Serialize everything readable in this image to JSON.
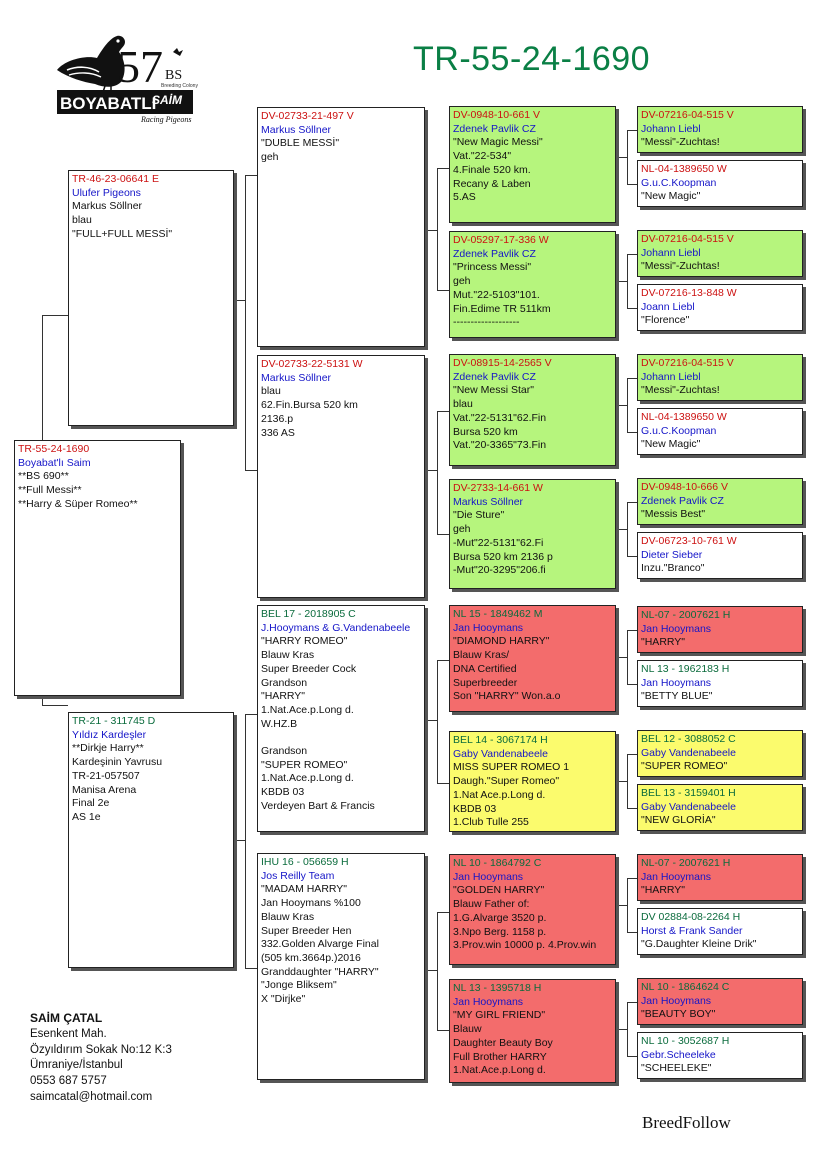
{
  "header": {
    "title": "TR-55-24-1690"
  },
  "logo": {
    "number": "57",
    "suffix": "BS",
    "tagline": "Breeding Colony",
    "brand_main": "BOYABATLI",
    "brand_name": "SAİM",
    "brand_sub": "Racing Pigeons"
  },
  "subject": {
    "ring": "TR-55-24-1690",
    "owner": "Boyabat'lı Saim",
    "lines": [
      "**BS 690**",
      "**Full Messi**",
      "**Harry & Süper Romeo**"
    ]
  },
  "sire": {
    "ring": "TR-46-23-06641 E",
    "owner": "Ulufer Pigeons",
    "lines": [
      "Markus Söllner",
      "blau",
      "\"FULL+FULL MESSİ\""
    ]
  },
  "dam": {
    "ring": "TR-21 - 311745 D",
    "owner": "Yıldız Kardeşler",
    "lines": [
      "**Dirkje Harry**",
      "Kardeşinin Yavrusu",
      "TR-21-057507",
      "Manisa Arena",
      "Final 2e",
      "AS    1e"
    ]
  },
  "gen2": [
    {
      "ring": "DV-02733-21-497 V",
      "owner": "Markus Söllner",
      "lines": [
        "\"DUBLE MESSİ\"",
        "geh"
      ]
    },
    {
      "ring": "DV-02733-22-5131 W",
      "owner": "Markus Söllner",
      "lines": [
        "blau",
        "62.Fin.Bursa 520 km",
        "2136.p",
        "336 AS"
      ]
    },
    {
      "ring": "BEL 17 - 2018905 C",
      "owner": "J.Hooymans & G.Vandenabeele",
      "lines": [
        "\"HARRY ROMEO\"",
        "Blauw Kras",
        "Super Breeder Cock",
        "Grandson",
        "\"HARRY\"",
        "1.Nat.Ace.p.Long d.",
        "W.HZ.B",
        "",
        "Grandson",
        "\"SUPER ROMEO\"",
        "1.Nat.Ace.p.Long d.",
        "KBDB 03",
        "Verdeyen Bart & Francis"
      ]
    },
    {
      "ring": "IHU 16 - 056659 H",
      "owner": "Jos Reilly Team",
      "lines": [
        "\"MADAM HARRY\"",
        "Jan Hooymans  %100",
        "Blauw Kras",
        "Super Breeder Hen",
        "332.Golden Alvarge Final",
        "(505 km.3664p.)2016",
        "Granddaughter \"HARRY\"",
        "\"Jonge Bliksem\"",
        " X \"Dirjke\""
      ]
    }
  ],
  "gen3": [
    {
      "ring": "DV-0948-10-661 V",
      "owner": "Zdenek Pavlik CZ",
      "lines": [
        "\"New Magic Messi\"",
        " Vat.\"22-534\"",
        "4.Finale 520 km.",
        "Recany & Laben",
        " 5.AS"
      ]
    },
    {
      "ring": "DV-05297-17-336 W",
      "owner": "Zdenek Pavlik CZ",
      "lines": [
        "\"Princess Messi\"",
        "geh",
        "Mut.\"22-5103\"101.",
        "Fin.Edime TR 511km",
        " -------------------"
      ]
    },
    {
      "ring": "DV-08915-14-2565 V",
      "owner": "Zdenek Pavlik CZ",
      "lines": [
        "\"New Messi Star\"",
        "blau",
        "Vat.\"22-5131\"62.Fin",
        "Bursa 520 km",
        "Vat.\"20-3365\"73.Fin"
      ]
    },
    {
      "ring": "DV-2733-14-661 W",
      "owner": "Markus Söllner",
      "lines": [
        "\"Die Sture\"",
        "geh",
        "-Mut\"22-5131\"62.Fi",
        "Bursa 520 km 2136 p",
        "-Mut\"20-3295\"206.fi"
      ]
    },
    {
      "ring": "NL 15 - 1849462 M",
      "owner": "Jan Hooymans",
      "lines": [
        "\"DIAMOND HARRY\"",
        "Blauw Kras/",
        "DNA Certified",
        "Superbreeder",
        "Son \"HARRY\" Won.a.o"
      ]
    },
    {
      "ring": "BEL 14 - 3067174 H",
      "owner": "Gaby Vandenabeele",
      "lines": [
        "MISS SUPER ROMEO 1",
        "Daugh.\"Super Romeo\"",
        "1.Nat Ace.p.Long d.",
        "KBDB 03",
        "1.Club Tulle     255"
      ]
    },
    {
      "ring": "NL 10 - 1864792 C",
      "owner": "Jan Hooymans",
      "lines": [
        "\"GOLDEN HARRY\"",
        "Blauw Father of:",
        "1.G.Alvarge 3520 p.",
        "3.Npo Berg. 1158 p.",
        "3.Prov.win 10000 p. 4.Prov.win"
      ]
    },
    {
      "ring": "NL 13 - 1395718 H",
      "owner": "Jan Hooymans",
      "lines": [
        "\"MY GIRL FRIEND\"",
        "Blauw",
        "Daughter Beauty Boy",
        "Full Brother HARRY",
        "1.Nat.Ace.p.Long d."
      ]
    }
  ],
  "gen4": [
    {
      "ring": "DV-07216-04-515 V",
      "owner": "Johann Liebl",
      "lines": [
        "\"Messi\"-Zuchtas!"
      ]
    },
    {
      "ring": "NL-04-1389650 W",
      "owner": "G.u.C.Koopman",
      "lines": [
        "\"New Magic\""
      ]
    },
    {
      "ring": "DV-07216-04-515 V",
      "owner": "Johann Liebl",
      "lines": [
        "\"Messi\"-Zuchtas!"
      ]
    },
    {
      "ring": "DV-07216-13-848 W",
      "owner": "Joann Liebl",
      "lines": [
        "\"Florence\""
      ]
    },
    {
      "ring": "DV-07216-04-515 V",
      "owner": "Johann Liebl",
      "lines": [
        "\"Messi\"-Zuchtas!"
      ]
    },
    {
      "ring": "NL-04-1389650 W",
      "owner": "G.u.C.Koopman",
      "lines": [
        "\"New Magic\""
      ]
    },
    {
      "ring": "DV-0948-10-666 V",
      "owner": "Zdenek Pavlik CZ",
      "lines": [
        "\"Messis Best\""
      ]
    },
    {
      "ring": "DV-06723-10-761 W",
      "owner": "Dieter Sieber",
      "lines": [
        "Inzu.\"Branco\""
      ]
    },
    {
      "ring": "NL-07 - 2007621 H",
      "owner": "Jan Hooymans",
      "lines": [
        "\"HARRY\""
      ]
    },
    {
      "ring": "NL 13 - 1962183 H",
      "owner": "Jan Hooymans",
      "lines": [
        "\"BETTY BLUE\""
      ]
    },
    {
      "ring": "BEL 12 - 3088052 C",
      "owner": "Gaby Vandenabeele",
      "lines": [
        "\"SUPER ROMEO\""
      ]
    },
    {
      "ring": "BEL 13 - 3159401 H",
      "owner": "Gaby Vandenabeele",
      "lines": [
        "\"NEW GLORİA\""
      ]
    },
    {
      "ring": "NL-07 - 2007621 H",
      "owner": "Jan Hooymans",
      "lines": [
        "\"HARRY\""
      ]
    },
    {
      "ring": "DV 02884-08-2264 H",
      "owner": "Horst & Frank Sander",
      "lines": [
        "\"G.Daughter Kleine Drik\""
      ]
    },
    {
      "ring": "NL 10 - 1864624 C",
      "owner": "Jan Hooymans",
      "lines": [
        "\"BEAUTY BOY\""
      ]
    },
    {
      "ring": "NL 10 - 3052687 H",
      "owner": "Gebr.Scheeleke",
      "lines": [
        "\"SCHEELEKE\""
      ]
    }
  ],
  "contact": {
    "name": "SAİM ÇATAL",
    "lines": [
      "Esenkent Mah.",
      "Özyıldırım Sokak No:12 K:3",
      "Ümraniye/İstanbul",
      "0553 687 5757",
      "saimcatal@hotmail.com"
    ]
  },
  "footer": {
    "brand": "BreedFollow"
  },
  "colors": {
    "title": "#0a7f45",
    "ring_red": "#cc1111",
    "ring_green": "#0a6b3c",
    "owner_blue": "#1515c8",
    "bg_green": "#b6f57d",
    "bg_red": "#f36c6c",
    "bg_yellow": "#fbfb6d"
  }
}
